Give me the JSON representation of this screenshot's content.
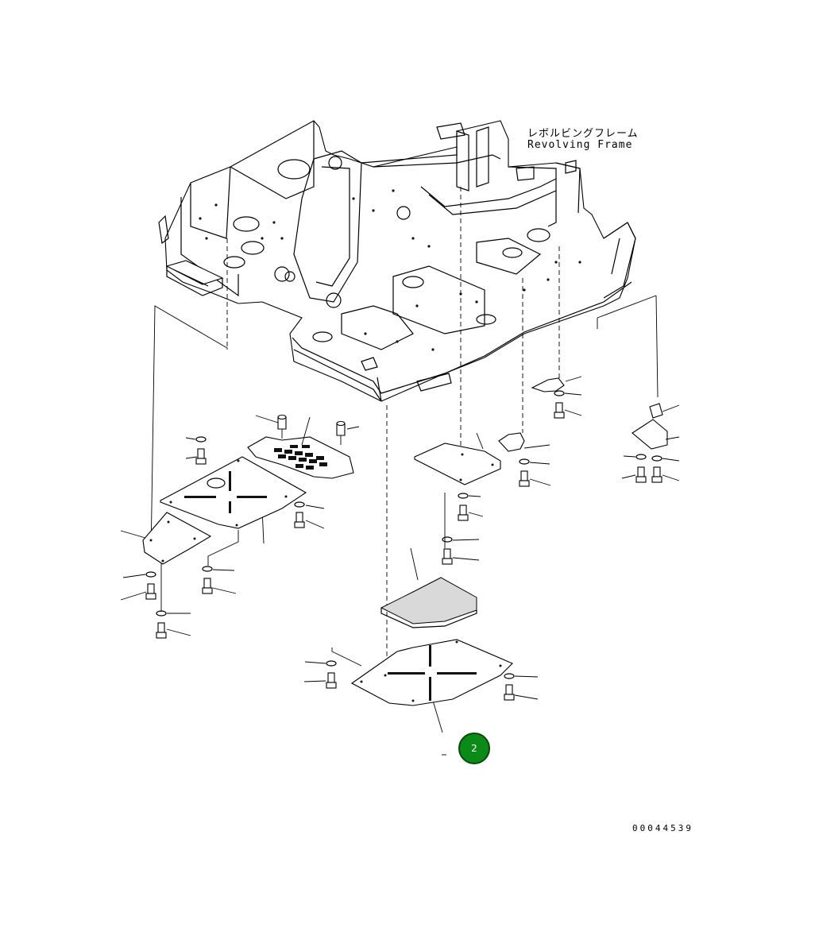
{
  "labels": {
    "frame_name_jp": "レボルビングフレーム",
    "frame_name_en": "Revolving Frame",
    "drawing_number": "00044539"
  },
  "callouts": [
    {
      "number": "2",
      "color": "#0a8a17"
    }
  ]
}
